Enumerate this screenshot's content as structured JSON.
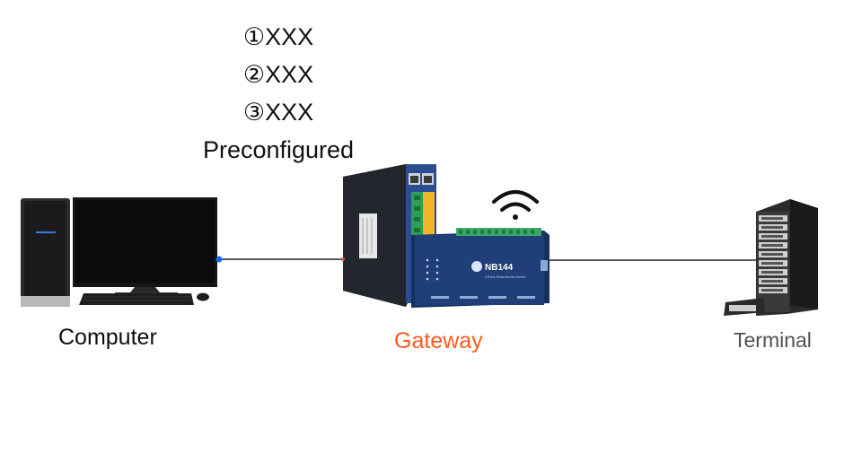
{
  "steps": [
    "①XXX",
    "②XXX",
    "③XXX",
    "Preconfigured"
  ],
  "nodes": {
    "computer": "Computer",
    "gateway": "Gateway",
    "terminal": "Terminal"
  },
  "device": {
    "model": "NB144",
    "subtitle": "4 Ports Serial Device Server"
  },
  "icons": {
    "wifi": "wifi-icon",
    "computer": "desktop-computer-icon",
    "gateway": "gateway-device-icon",
    "terminal": "server-rack-icon"
  },
  "colors": {
    "gateway_label": "#ff5a1f",
    "terminal_label": "#505050",
    "computer_port": "#1a6bff"
  }
}
